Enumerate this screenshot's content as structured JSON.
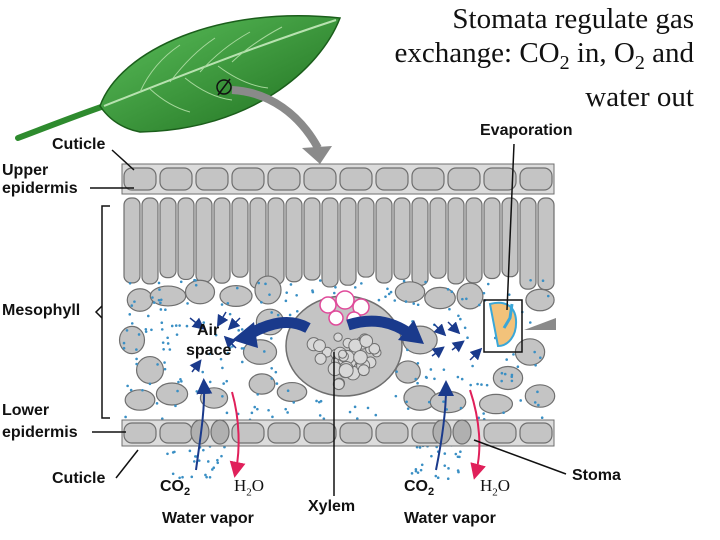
{
  "title": {
    "line1": "Stomata regulate gas",
    "line2_a": "exchange: CO",
    "line2_sub1": "2",
    "line2_b": " in, O",
    "line2_sub2": "2",
    "line2_c": " and",
    "line3": "water out"
  },
  "labels": {
    "cuticle_top": "Cuticle",
    "upper_epidermis_1": "Upper",
    "upper_epidermis_2": "epidermis",
    "evaporation": "Evaporation",
    "mesophyll": "Mesophyll",
    "air_1": "Air",
    "air_2": "space",
    "lower_epidermis_1": "Lower",
    "lower_epidermis_2": "epidermis",
    "cuticle_bottom": "Cuticle",
    "co2_left": "CO",
    "co2_left_sub": "2",
    "h2o_left": "H",
    "h2o_left_sub": "2",
    "h2o_left_o": "O",
    "co2_right": "CO",
    "co2_right_sub": "2",
    "h2o_right": "H",
    "h2o_right_sub": "2",
    "h2o_right_o": "O",
    "water_vapor_left": "Water vapor",
    "xylem": "Xylem",
    "water_vapor_right": "Water vapor",
    "stoma": "Stoma"
  },
  "colors": {
    "leaf": "#2e8b2e",
    "cell_fill": "#c4c4c4",
    "cell_stroke": "#6f6f6f",
    "arrow_blue": "#1a3a8c",
    "arrow_pink": "#e0205a",
    "dots": "#3a8fc4",
    "pointer_gray": "#8a8a8a"
  }
}
